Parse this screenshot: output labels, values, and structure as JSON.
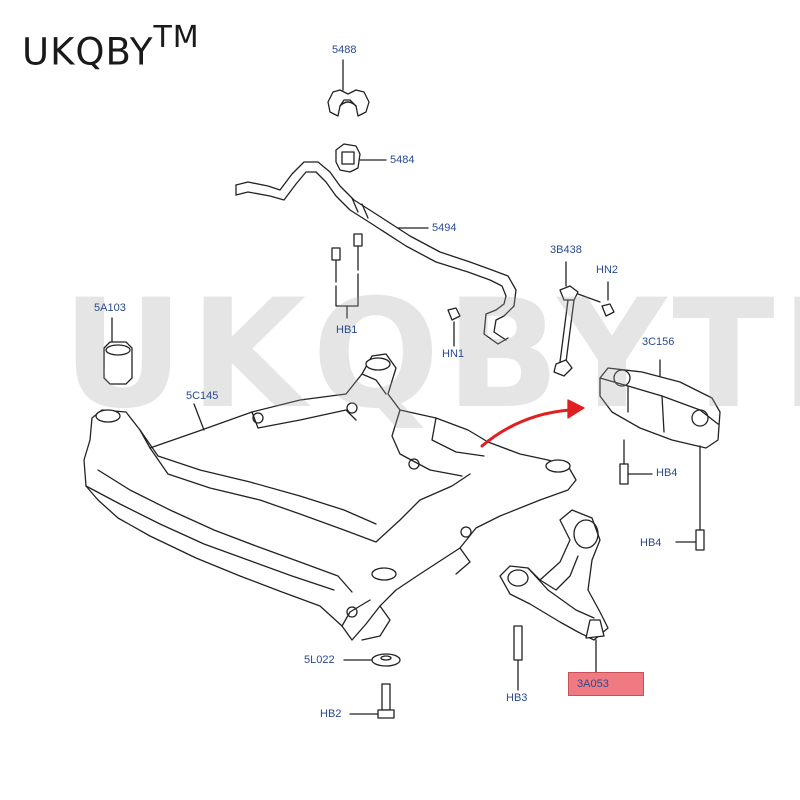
{
  "brand": {
    "name": "UKQBY",
    "mark": "TM",
    "watermark": "UKQBYTM"
  },
  "labels": {
    "l5488": "5488",
    "l5484": "5484",
    "l5494": "5494",
    "l3b438": "3B438",
    "hn2": "HN2",
    "hb1": "HB1",
    "hn1": "HN1",
    "l5a103": "5A103",
    "l5c145": "5C145",
    "l3c156": "3C156",
    "hb4a": "HB4",
    "hb4b": "HB4",
    "l5l022": "5L022",
    "hb2": "HB2",
    "hb3": "HB3",
    "l3a053": "3A053"
  },
  "colors": {
    "label": "#2a4a8e",
    "highlight": "#f07a82",
    "arrow": "#e02020",
    "line": "#222222"
  }
}
